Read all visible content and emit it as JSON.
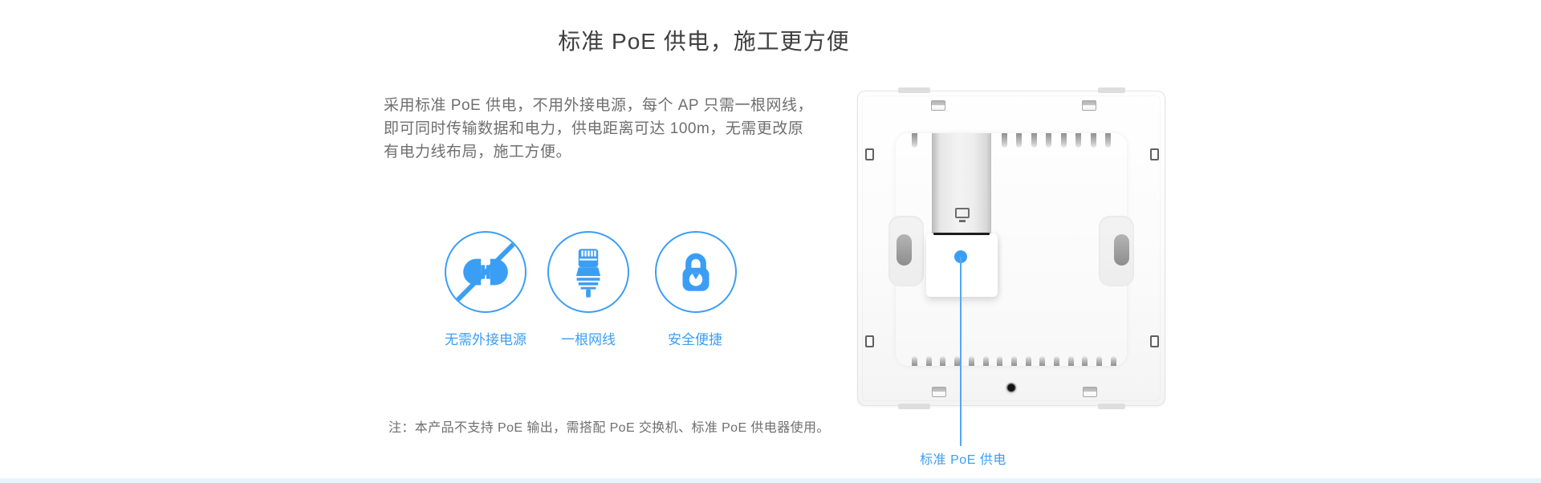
{
  "accent_color": "#3b9ef5",
  "header": {
    "title": "标准 PoE 供电，施工更方便"
  },
  "intro": {
    "lines": [
      "采用标准 PoE 供电，不用外接电源，每个 AP 只需一根网线，",
      "即可同时传输数据和电力，供电距离可达 100m，无需更改原",
      "有电力线布局，施工方便。"
    ]
  },
  "features": [
    {
      "icon": "no-external-power-icon",
      "label": "无需外接电源"
    },
    {
      "icon": "ethernet-cable-icon",
      "label": "一根网线"
    },
    {
      "icon": "lock-icon",
      "label": "安全便捷"
    }
  ],
  "note": {
    "text": "注：本产品不支持 PoE 输出，需搭配 PoE 交换机、标准 PoE 供电器使用。"
  },
  "product": {
    "callout_label": "标准 PoE 供电"
  }
}
